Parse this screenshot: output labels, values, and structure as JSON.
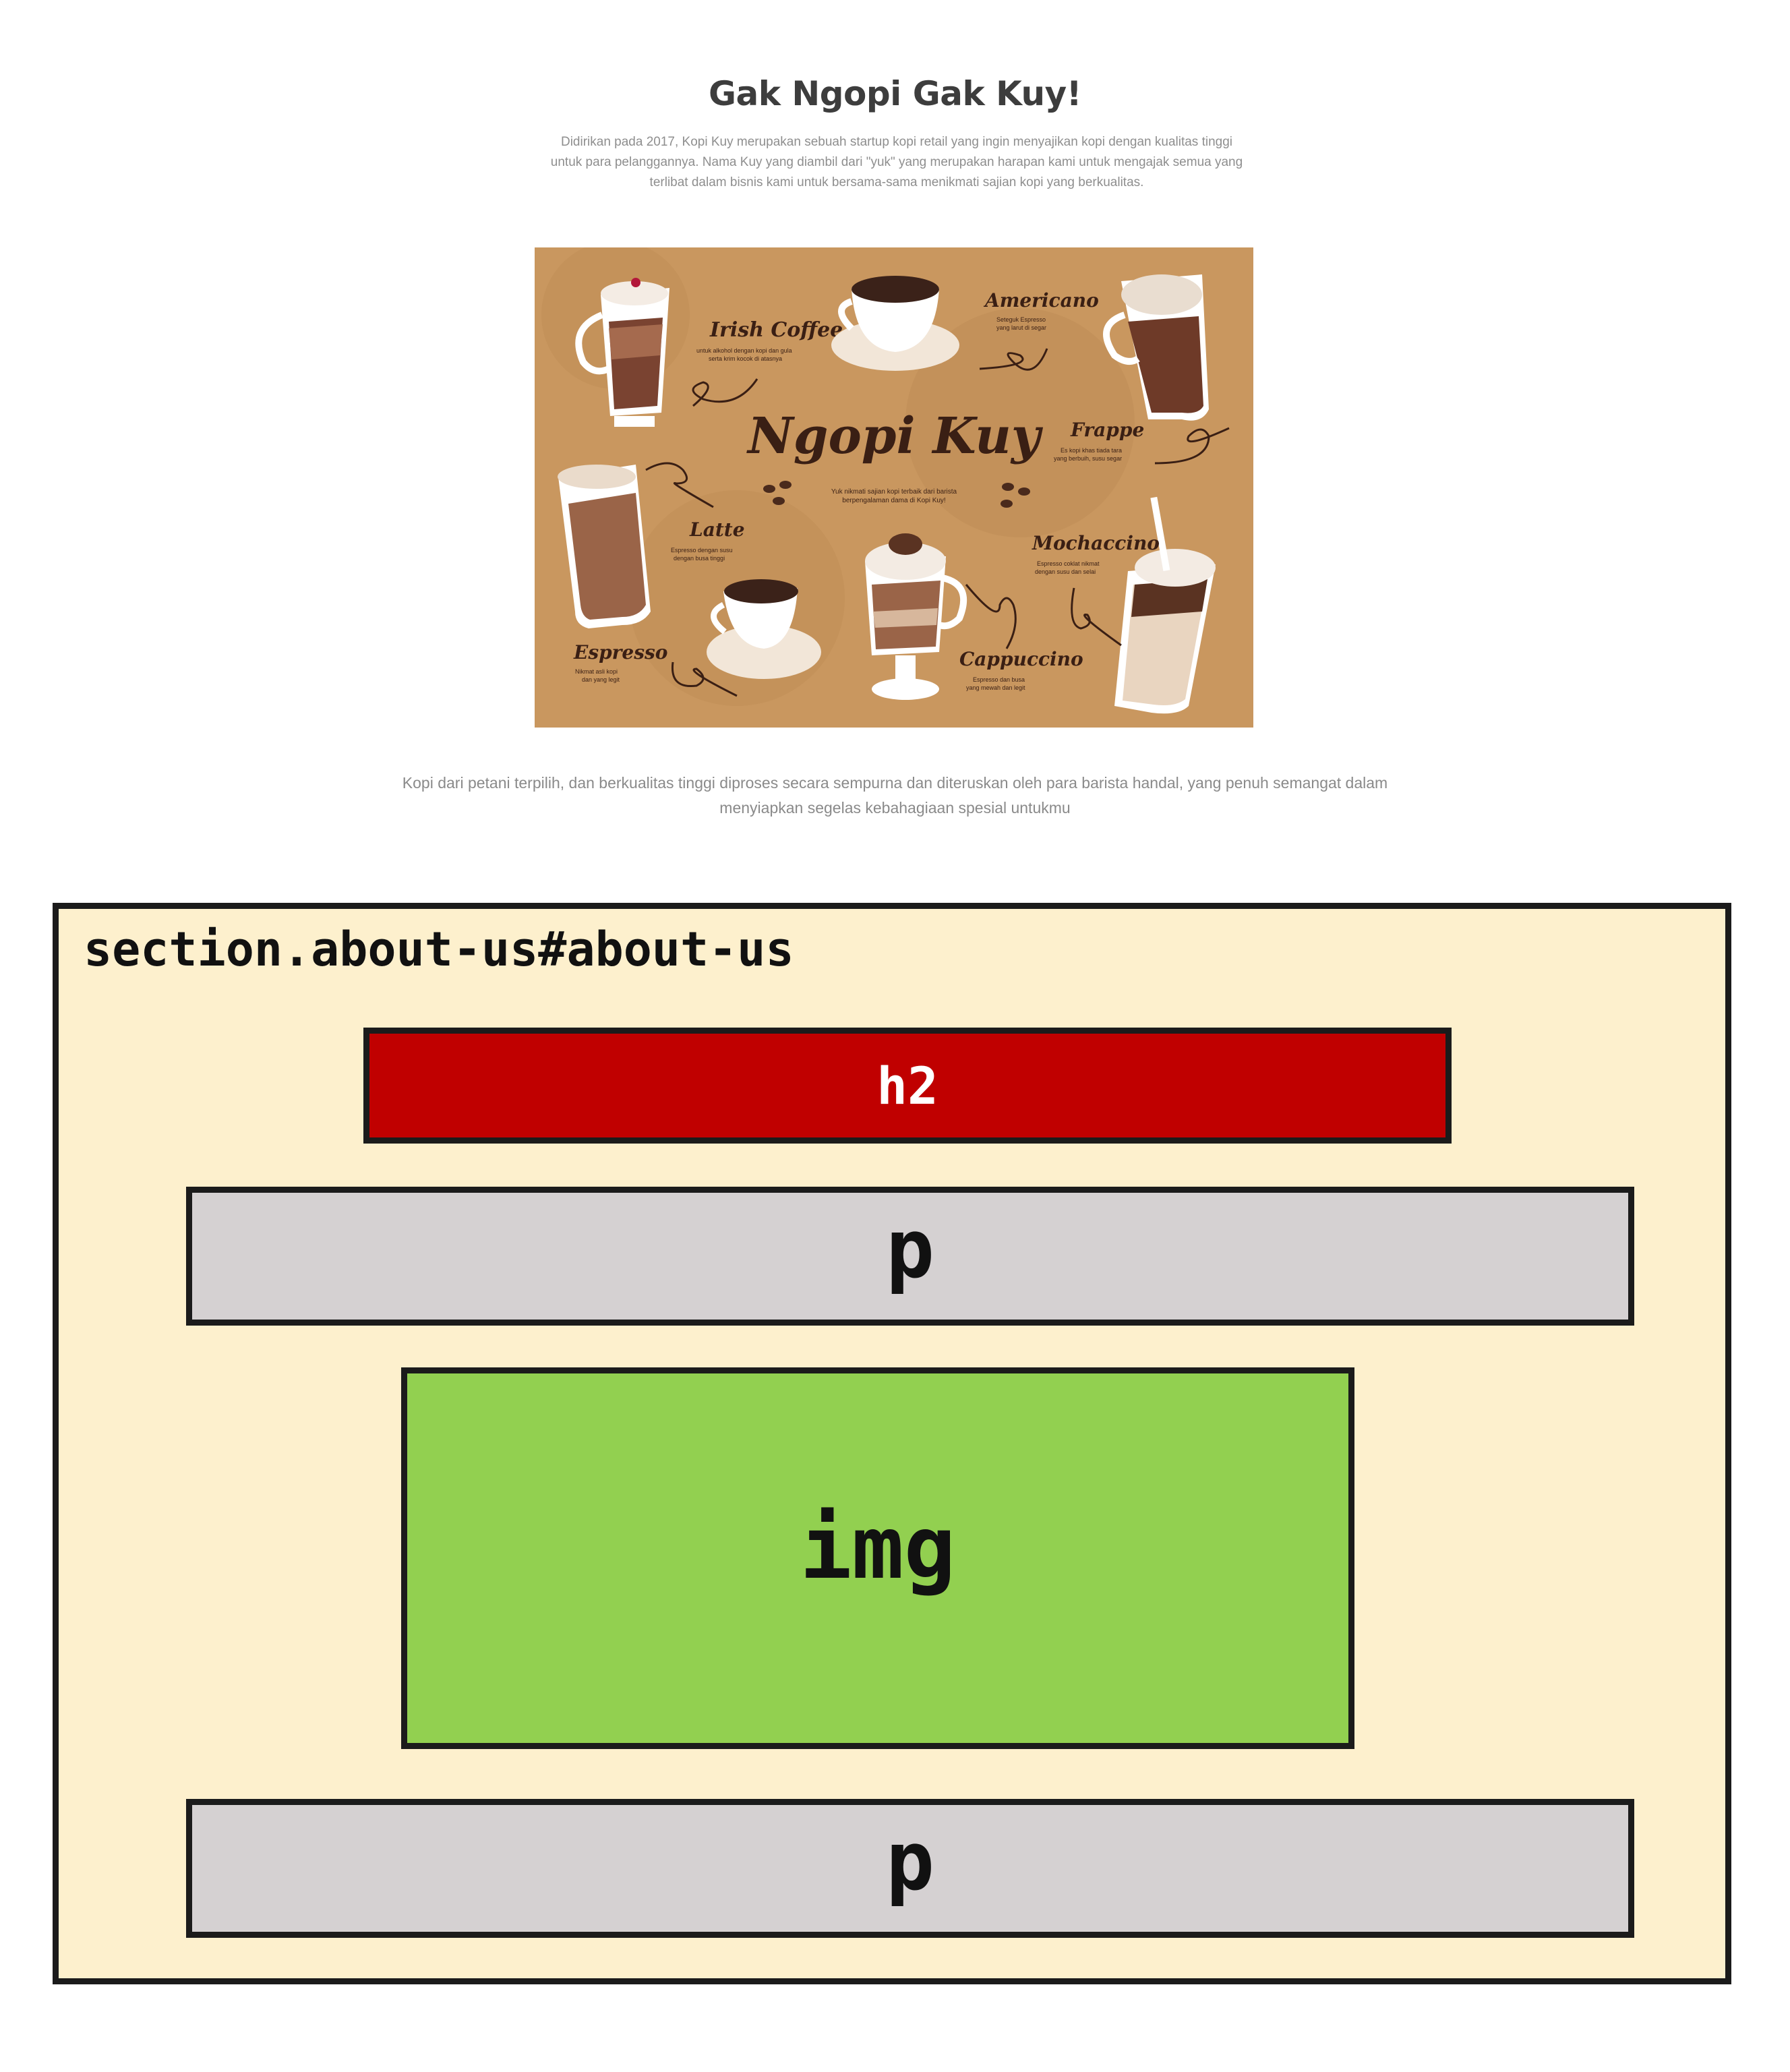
{
  "page": {
    "title": "Gak Ngopi Gak Kuy!",
    "intro_lines": [
      "Didirikan pada 2017, Kopi Kuy merupakan sebuah startup kopi retail yang ingin menyajikan kopi dengan kualitas tinggi",
      "untuk para pelanggannya. Nama Kuy yang diambil dari \"yuk\" yang merupakan harapan kami untuk mengajak semua yang",
      "terlibat dalam bisnis kami untuk bersama-sama menikmati sajian kopi yang berkualitas."
    ],
    "closing_lines": [
      "Kopi dari petani terpilih, dan berkualitas tinggi diproses secara sempurna dan diteruskan oleh para barista handal, yang penuh semangat dalam",
      "menyiapkan segelas kebahagiaan spesial untukmu"
    ]
  },
  "hero_image": {
    "headline": "Ngopi Kuy",
    "tagline_lines": [
      "Yuk nikmati sajian kopi terbaik dari barista",
      "berpengalaman dama di Kopi Kuy!"
    ],
    "drinks": [
      {
        "name": "Irish Coffee",
        "caption_lines": [
          "untuk alkohol dengan kopi dan gula",
          "serta krim kocok di atasnya"
        ]
      },
      {
        "name": "Americano",
        "caption_lines": [
          "Seteguk Espresso",
          "yang larut di segar"
        ]
      },
      {
        "name": "Frappe",
        "caption_lines": [
          "Es kopi khas tiada tara",
          "yang berbuih, susu segar"
        ]
      },
      {
        "name": "Latte",
        "caption_lines": [
          "Espresso dengan susu",
          "dengan busa tinggi"
        ]
      },
      {
        "name": "Mochaccino",
        "caption_lines": [
          "Espresso coklat nikmat",
          "dengan susu dan selai"
        ]
      },
      {
        "name": "Cappuccino",
        "caption_lines": [
          "Espresso dan busa",
          "yang mewah dan legit"
        ]
      },
      {
        "name": "Espresso",
        "caption_lines": [
          "Nikmat asli kopi",
          "dan yang legit"
        ]
      }
    ]
  },
  "diagram": {
    "label": "section.about-us#about-us",
    "boxes": {
      "h2": "h2",
      "p1": "p",
      "img": "img",
      "p2": "p"
    },
    "colors": {
      "section": "#fdf0cd",
      "h2": "#c00000",
      "p": "#d5d1d2",
      "img": "#92d050",
      "border": "#1b1b1b"
    }
  }
}
